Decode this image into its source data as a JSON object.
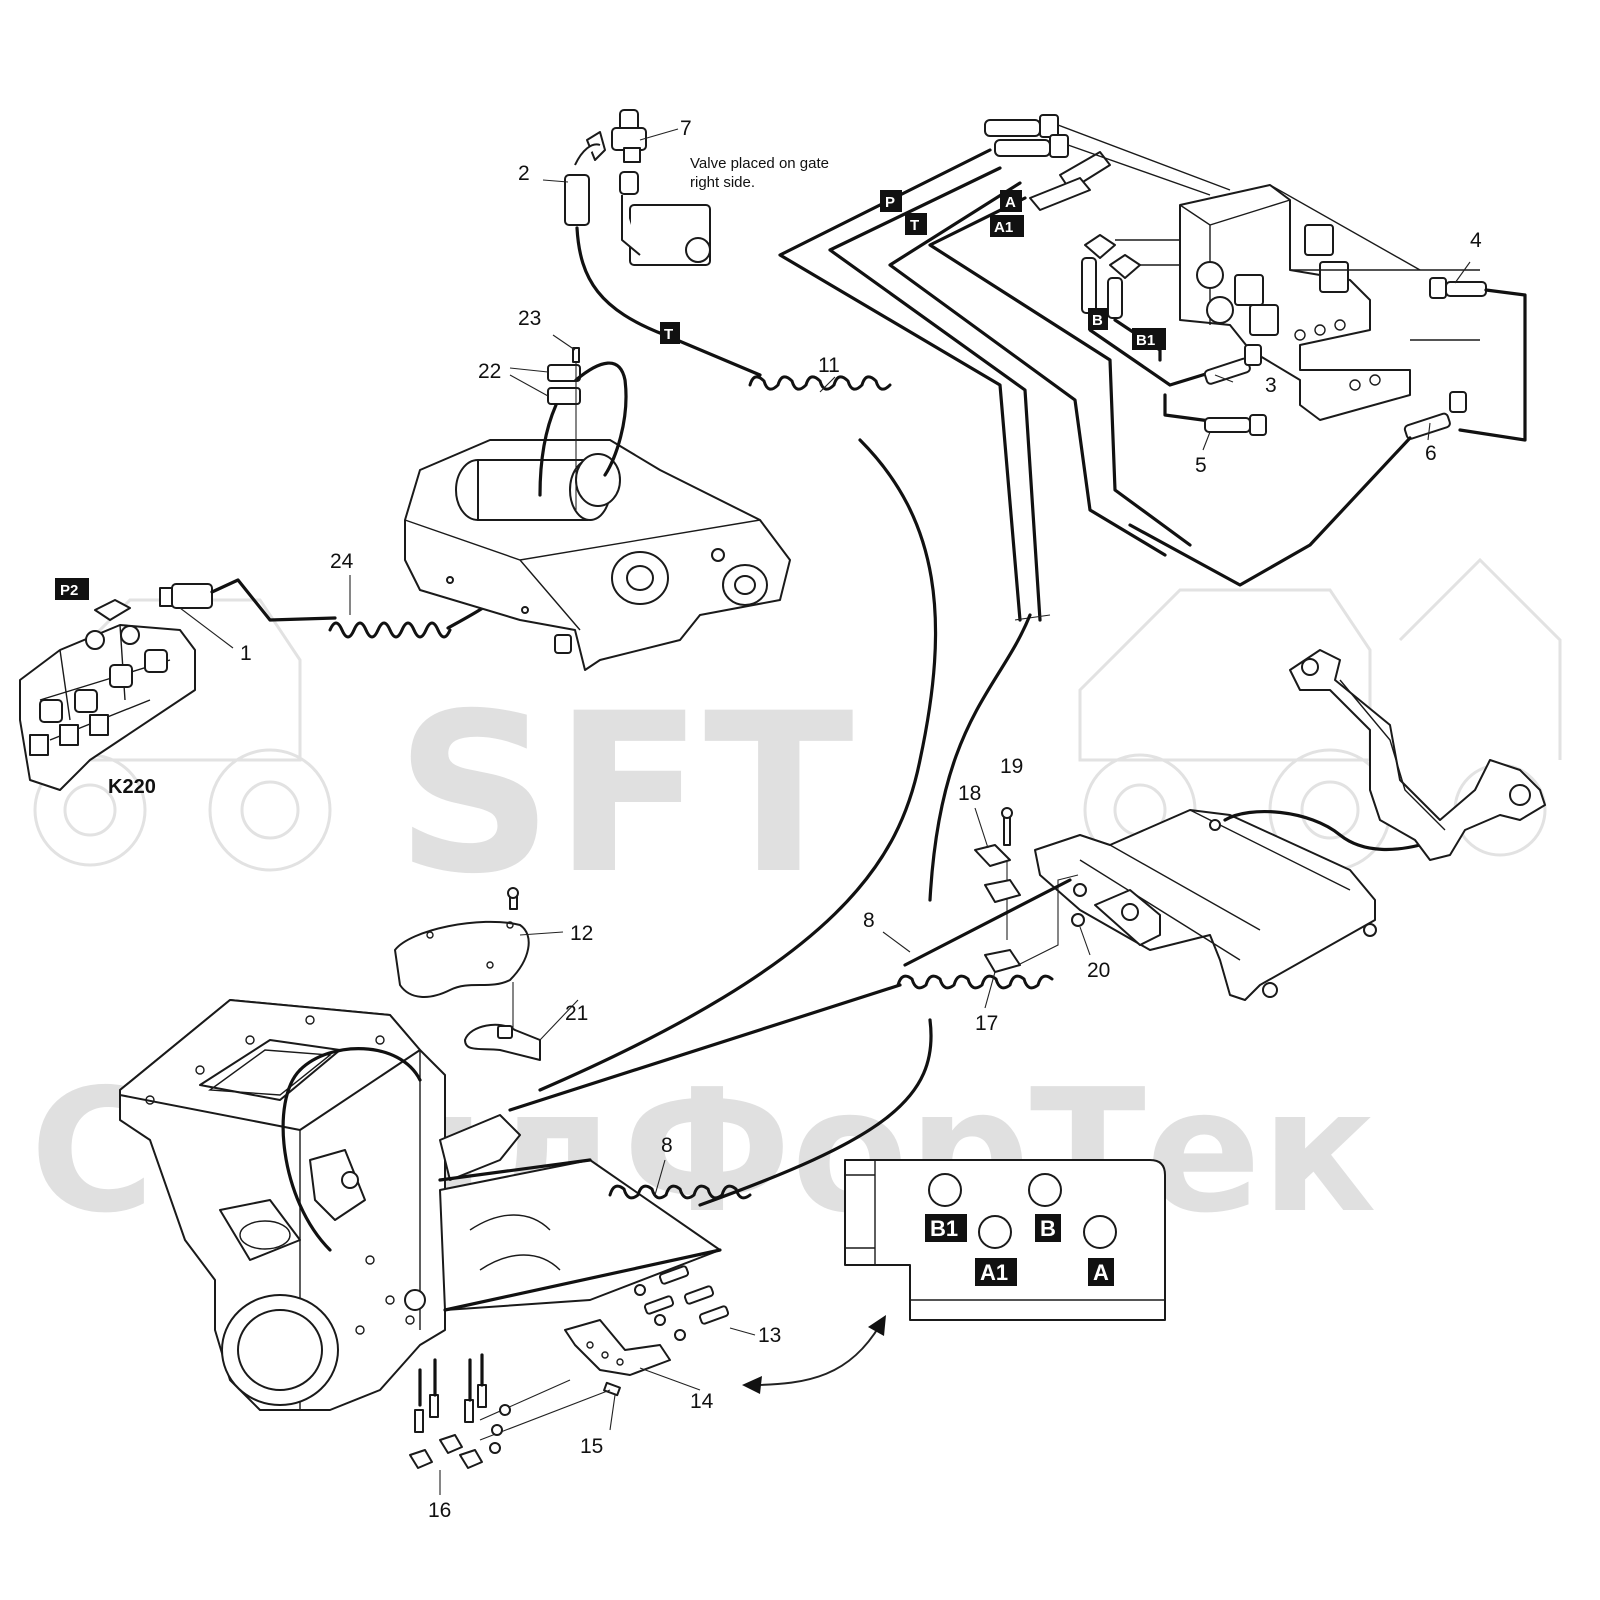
{
  "watermark": {
    "logo_text": "SFT",
    "cyrillic_text": "СтандФорТек"
  },
  "note": {
    "line1": "Valve placed on gate",
    "line2": "right side."
  },
  "valve_block_label": "K220",
  "tags": {
    "p2": "P2",
    "p": "P",
    "t_top": "T",
    "a": "A",
    "a1": "A1",
    "t_mid": "T",
    "b": "B",
    "b1": "B1"
  },
  "panel_tags": {
    "b1": "B1",
    "b": "B",
    "a1": "A1",
    "a": "A"
  },
  "callouts": {
    "c1": "1",
    "c2": "2",
    "c3": "3",
    "c4": "4",
    "c5": "5",
    "c6": "6",
    "c7": "7",
    "c8a": "8",
    "c8b": "8",
    "c11": "11",
    "c12": "12",
    "c13": "13",
    "c14": "14",
    "c15": "15",
    "c16": "16",
    "c17": "17",
    "c18": "18",
    "c19": "19",
    "c20": "20",
    "c21": "21",
    "c22": "22",
    "c23": "23",
    "c24": "24"
  }
}
